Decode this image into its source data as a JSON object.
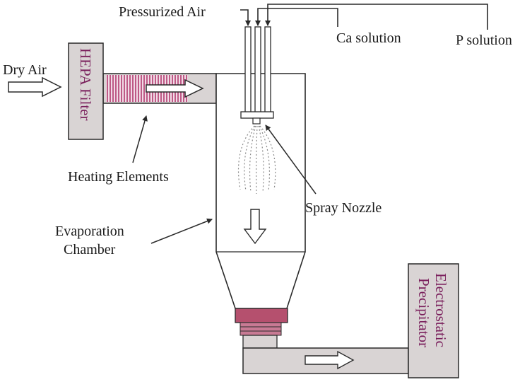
{
  "labels": {
    "pressurized_air": "Pressurized Air",
    "ca_solution": "Ca solution",
    "p_solution": "P solution",
    "dry_air": "Dry Air",
    "hepa_filter": "HEPA Filter",
    "heating_elements": "Heating Elements",
    "spray_nozzle": "Spray Nozzle",
    "evaporation_chamber_line1": "Evaporation",
    "evaporation_chamber_line2": "Chamber",
    "electrostatic_line1": "Electrostatic",
    "electrostatic_line2": "Precipitator"
  },
  "colors": {
    "panel_fill": "#d9d4d4",
    "outline": "#2a2a2a",
    "heater_stripe": "#b23a6e",
    "collector_fill": "#b5506e",
    "vertical_text": "#7a1f5c"
  }
}
